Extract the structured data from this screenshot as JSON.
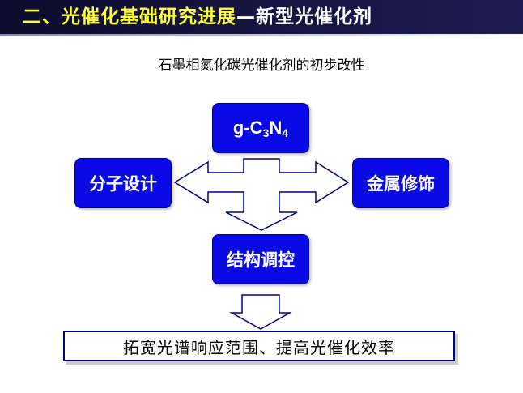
{
  "header": {
    "title_part1": "二、光催化基础研究进展",
    "title_part2": "—新型光催化剂"
  },
  "subtitle": "石墨相氮化碳光催化剂的初步改性",
  "nodes": {
    "top": {
      "prefix": "g-C",
      "sub1": "3",
      "mid": "N",
      "sub2": "4"
    },
    "left": "分子设计",
    "right": "金属修饰",
    "middle": "结构调控"
  },
  "result": "拓宽光谱响应范围、提高光催化效率",
  "colors": {
    "box_fill": "#0a0ae6",
    "title_bar": "#14143f",
    "title_highlight": "#ffff33",
    "arrow_stroke": "#000080"
  }
}
